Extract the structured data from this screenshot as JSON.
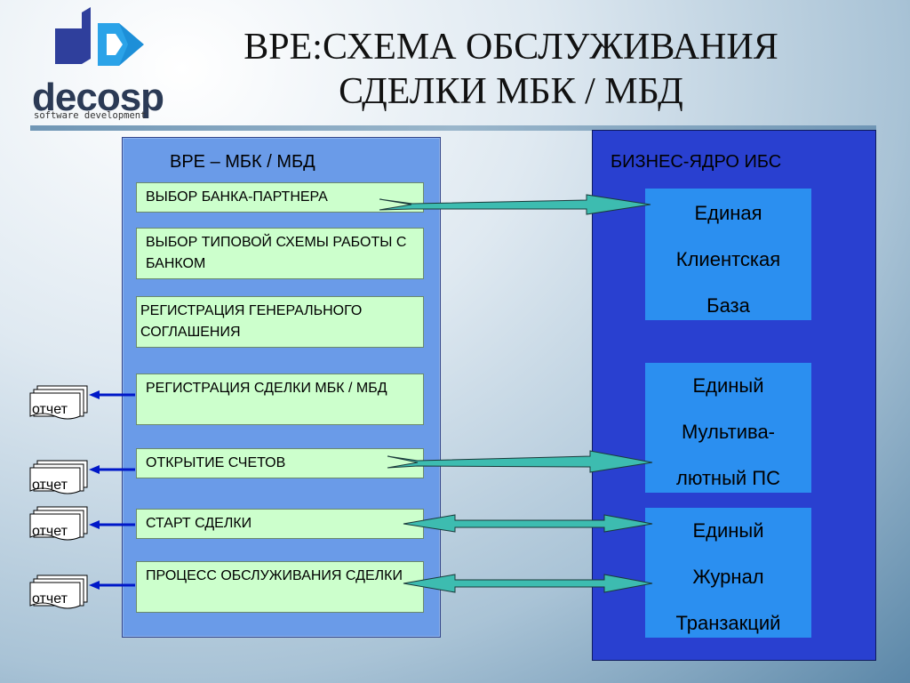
{
  "logo": {
    "text": "decosp",
    "subtext": "software development",
    "colors": {
      "blue": "#2f3f9c",
      "light": "#2ba3e8"
    }
  },
  "title": {
    "line1": "ВРЕ:СХЕМА ОБСЛУЖИВАНИЯ",
    "line2": "СДЕЛКИ МБК / МБД"
  },
  "left_panel": {
    "title": "ВРЕ – МБК / МБД",
    "steps": [
      {
        "label": "ВЫБОР БАНКА-ПАРТНЕРА"
      },
      {
        "label": "ВЫБОР ТИПОВОЙ СХЕМЫ РАБОТЫ С БАНКОМ"
      },
      {
        "label": "РЕГИСТРАЦИЯ ГЕНЕРАЛЬНОГО СОГЛАШЕНИЯ"
      },
      {
        "label": "РЕГИСТРАЦИЯ СДЕЛКИ МБК / МБД"
      },
      {
        "label": "ОТКРЫТИЕ СЧЕТОВ"
      },
      {
        "label": "СТАРТ СДЕЛКИ"
      },
      {
        "label": "ПРОЦЕСС ОБСЛУЖИВАНИЯ СДЕЛКИ"
      }
    ]
  },
  "right_panel": {
    "title": "БИЗНЕС-ЯДРО ИБС",
    "boxes": [
      {
        "lines": [
          "Единая",
          "Клиентская",
          "База"
        ]
      },
      {
        "lines": [
          "Единый",
          "Мультива-",
          "лютный ПС"
        ]
      },
      {
        "lines": [
          "Единый",
          "Журнал",
          "Транзакций"
        ]
      }
    ]
  },
  "reports": [
    "отчет",
    "отчет",
    "отчет",
    "отчет"
  ],
  "colors": {
    "left_panel": "#6a9be8",
    "right_panel": "#2940d0",
    "step_box": "#ccffcc",
    "core_box": "#2b8ff0",
    "connector": "#3dbcb0",
    "report_arrow": "#0018c8"
  }
}
